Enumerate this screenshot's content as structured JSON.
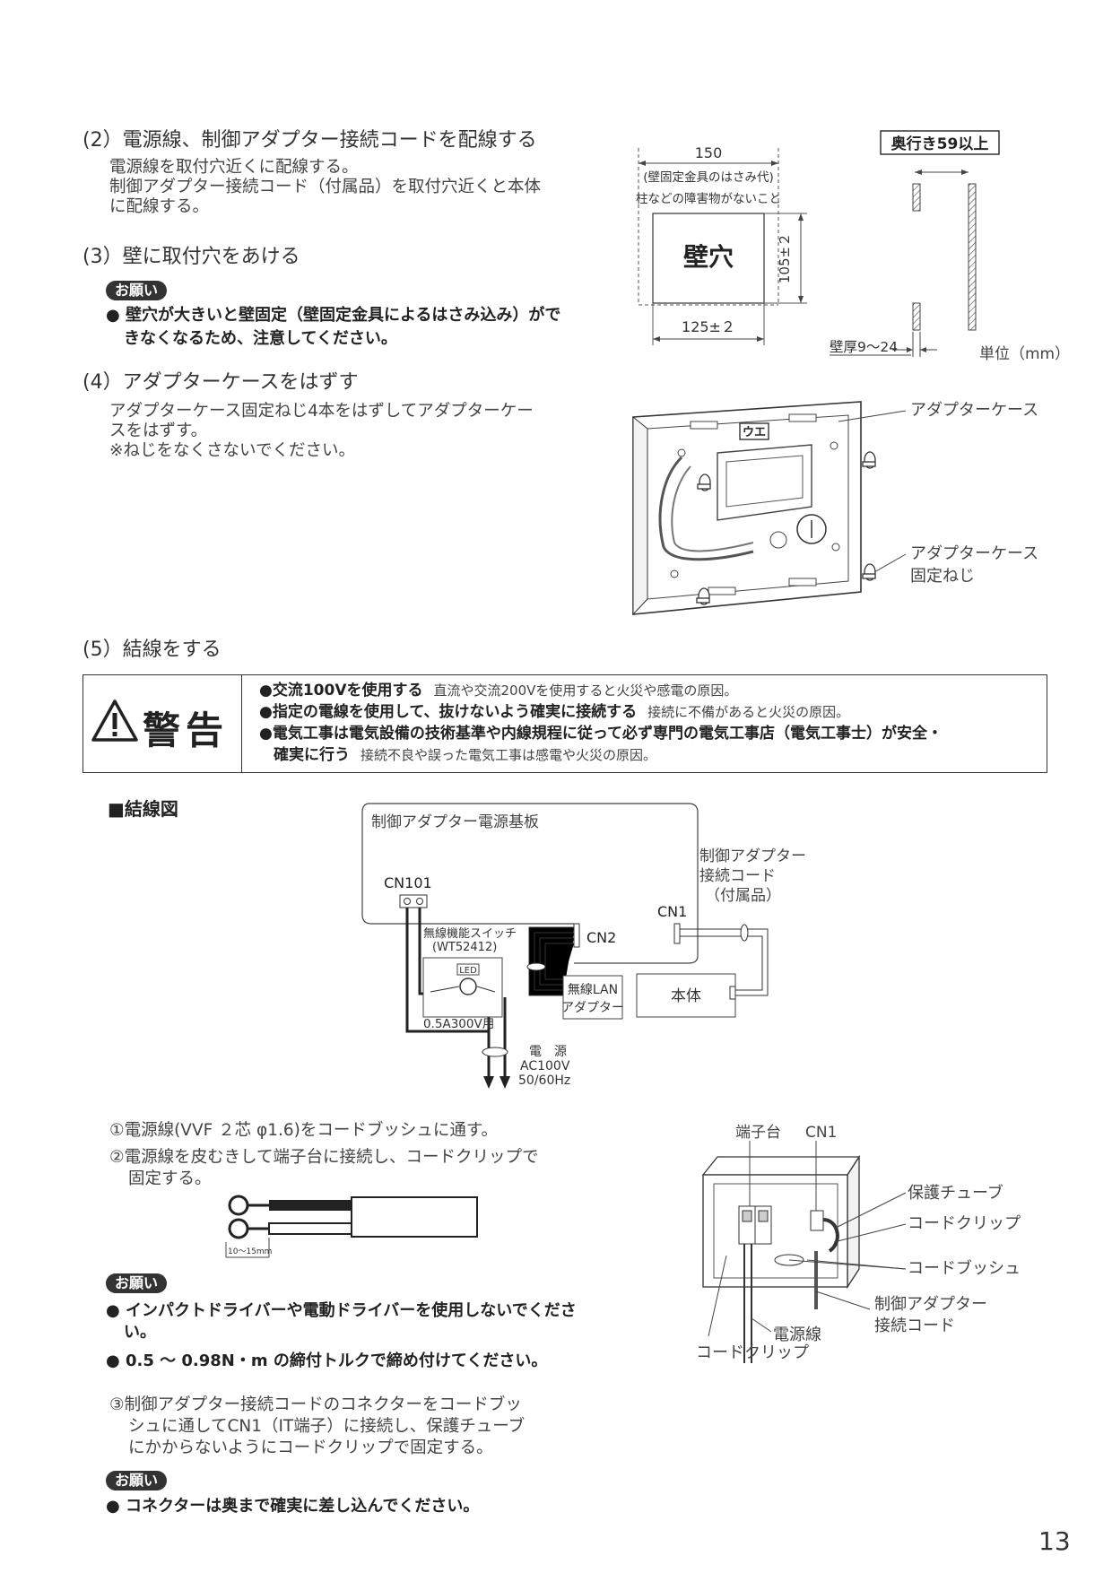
{
  "sections": {
    "s2": {
      "heading": "(2）電源線、制御アダプター接続コードを配線する",
      "lines": [
        "電源線を取付穴近くに配線する。",
        "制御アダプター接続コード（付属品）を取付穴近くと本体",
        "に配線する。"
      ]
    },
    "s3": {
      "heading": "(3）壁に取付穴をあける",
      "onegai": "お願い",
      "note_lines": [
        "● 壁穴が大きいと壁固定（壁固定金具によるはさみ込み）がで",
        "きなくなるため、注意してください。"
      ]
    },
    "s4": {
      "heading": "(4）アダプターケースをはずす",
      "lines": [
        "アダプターケース固定ねじ4本をはずしてアダプターケー",
        "スをはずす。",
        "※ねじをなくさないでください。"
      ]
    },
    "s5": {
      "heading": "(5）結線をする"
    }
  },
  "wall_diagram": {
    "width_label": "150",
    "clearance_line1": "(壁固定金具のはさみ代)",
    "clearance_line2": "柱などの障害物がないこと",
    "hole_label": "壁穴",
    "height_label": "105±２",
    "hole_width_label": "125±２",
    "depth_label": "奥行き59以上",
    "wall_thickness_label": "壁厚9～24",
    "unit_label": "単位（mm）"
  },
  "case_diagram": {
    "label_case": "アダプターケース",
    "label_screw_line1": "アダプターケース",
    "label_screw_line2": "固定ねじ",
    "tag_ue": "ウエ"
  },
  "warning": {
    "title": "警告",
    "items": [
      {
        "em": "●交流100Vを使用する",
        "reason": "直流や交流200Vを使用すると火災や感電の原因。"
      },
      {
        "em": "●指定の電線を使用して、抜けないよう確実に接続する",
        "reason": "接続に不備があると火災の原因。"
      },
      {
        "em": "●電気工事は電気設備の技術基準や内線規程に従って必ず専門の電気工事店（電気工事士）が安全・",
        "reason": ""
      },
      {
        "em": "確実に行う",
        "reason": "接続不良や誤った電気工事は感電や火災の原因。"
      }
    ]
  },
  "wiring": {
    "heading": "■結線図",
    "board_label": "制御アダプター電源基板",
    "cn101": "CN101",
    "cn1": "CN1",
    "cn2": "CN2",
    "cord_line1": "制御アダプター",
    "cord_line2": "接続コード",
    "cord_line3": "（付属品）",
    "switch_line1": "無線機能スイッチ",
    "switch_line2": "(WT52412)",
    "led": "LED",
    "switch_rating": "0.5A300V用",
    "lan_line1": "無線LAN",
    "lan_line2": "アダプター",
    "main_unit": "本体",
    "power_line1": "電　源",
    "power_line2": "AC100V",
    "power_line3": "50/60Hz"
  },
  "steps": {
    "step1": "①電源線(VVF ２芯 φ1.6)をコードブッシュに通す。",
    "step2_line1": "②電源線を皮むきして端子台に接続し、コードクリップで",
    "step2_line2": "固定する。",
    "strip_label": "10～15mm",
    "onegai": "お願い",
    "notes": [
      "● インパクトドライバーや電動ドライバーを使用しないでくださ",
      "い。",
      "● 0.5 ～ 0.98N・m の締付トルクで締め付けてください。"
    ],
    "step3_lines": [
      "③制御アダプター接続コードのコネクターをコードブッ",
      "シュに通してCN1（IT端子）に接続し、保護チューブ",
      "にかからないようにコードクリップで固定する。"
    ],
    "onegai2": "お願い",
    "note_last": "● コネクターは奥まで確実に差し込んでください。"
  },
  "terminal_diagram": {
    "terminal_block": "端子台",
    "cn1": "CN1",
    "protect_tube": "保護チューブ",
    "cord_clip_right": "コードクリップ",
    "cord_bush": "コードブッシュ",
    "ctrl_cord_line1": "制御アダプター",
    "ctrl_cord_line2": "接続コード",
    "power_wire": "電源線",
    "cord_clip_bottom": "コードクリップ"
  },
  "page_number": "13"
}
